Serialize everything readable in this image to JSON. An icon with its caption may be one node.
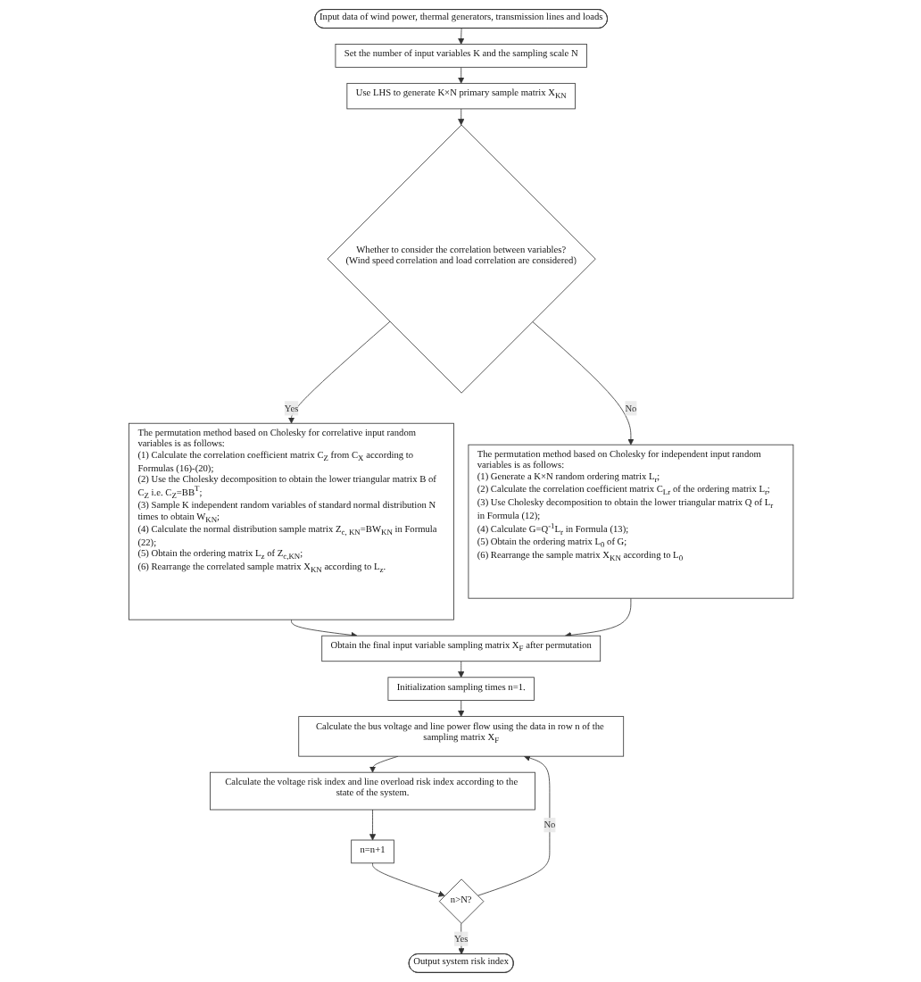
{
  "diagram": {
    "nodes": [
      {
        "text": [
          "Input data of wind power, thermal generators, transmission lines and loads"
        ]
      },
      {
        "text": [
          "Set the number of input variables K and the sampling scale N"
        ]
      },
      {
        "text": [
          "Use LHS to generate K×N primary sample matrix X$_{KN}$"
        ]
      },
      {
        "text": [
          "Whether to consider the correlation between variables?",
          "(Wind speed correlation and load correlation are considered)"
        ]
      },
      {
        "text": [
          "The permutation method based on Cholesky for correlative input random variables is as follows:",
          "(1) Calculate the correlation coefficient matrix C$_{Z}$ from C$_{X}$ according to Formulas (16)-(20);",
          "(2) Use the Cholesky decomposition to obtain the lower triangular matrix B of C$_{Z}$ i.e. C$_{Z}$=BB$^{T}$;",
          "(3) Sample K independent random variables of standard normal distribution N times to obtain W$_{KN}$;",
          "(4) Calculate the normal distribution sample matrix Z$_{c, KN}$=BW$_{KN}$ in Formula (22);",
          "(5) Obtain the ordering matrix L$_{z}$ of Z$_{c,KN}$;",
          "(6) Rearrange the correlated sample matrix X$_{KN}$ according to L$_{z}$."
        ]
      },
      {
        "text": [
          "The permutation method based on Cholesky for independent input random variables is as follows:",
          "(1) Generate a K×N random ordering matrix L$_{r}$;",
          "(2) Calculate the correlation coefficient matrix C$_{Lr}$ of the ordering matrix L$_{r}$;",
          "(3) Use Cholesky decomposition to obtain the lower triangular matrix Q of L$_{r}$ in Formula (12);",
          "(4) Calculate G=Q$^{-1}$L$_{r}$ in Formula (13);",
          "(5) Obtain the ordering matrix L$_{0}$ of G;",
          "(6) Rearrange the sample matrix X$_{KN}$ according to L$_{0}$"
        ]
      },
      {
        "text": [
          "Obtain the final input variable sampling matrix X$_{F}$ after permutation"
        ]
      },
      {
        "text": [
          "Initialization sampling times n=1."
        ]
      },
      {
        "text": [
          "Calculate the bus voltage and line power flow using the data in row n of the sampling matrix X$_{F}$"
        ]
      },
      {
        "text": [
          "Calculate the voltage risk index and line overload risk index according to the state of the system."
        ]
      },
      {
        "text": [
          "n=n+1"
        ]
      },
      {
        "text": [
          "n>N?"
        ]
      },
      {
        "text": [
          "Output system risk index"
        ]
      }
    ],
    "edges": [
      {
        "from": 0,
        "to": 1,
        "arrow": "to"
      },
      {
        "from": 1,
        "to": 2,
        "arrow": "to"
      },
      {
        "from": 2,
        "to": 3,
        "arrow": "to"
      },
      {
        "from": 3,
        "to": 4,
        "arrow": "to",
        "label": "Yes"
      },
      {
        "from": 3,
        "to": 5,
        "arrow": "to",
        "label": "No"
      },
      {
        "from": 4,
        "to": 6,
        "arrow": "to"
      },
      {
        "from": 5,
        "to": 6,
        "arrow": "to"
      },
      {
        "from": 6,
        "to": 7,
        "arrow": "to"
      },
      {
        "from": 7,
        "to": 8,
        "arrow": "to"
      },
      {
        "from": 8,
        "to": 9,
        "arrow": "to"
      },
      {
        "from": 9,
        "to": 10,
        "arrow": "to"
      },
      {
        "from": 10,
        "to": 11,
        "arrow": "to"
      },
      {
        "from": 11,
        "to": 8,
        "arrow": "to",
        "label": "No"
      },
      {
        "from": 11,
        "to": 12,
        "arrow": "to",
        "label": "Yes"
      }
    ]
  }
}
